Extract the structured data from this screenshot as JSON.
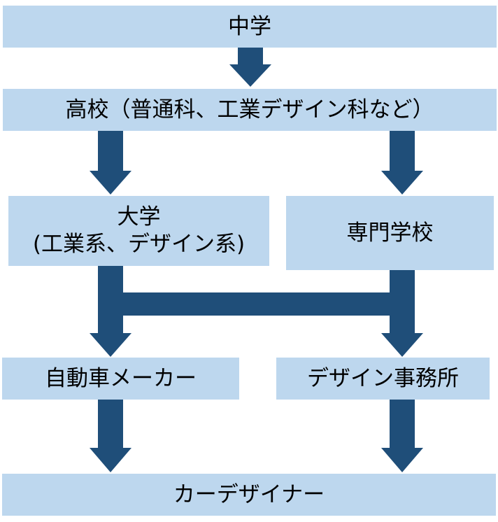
{
  "diagram": {
    "nodes": {
      "middle_school": "中学",
      "high_school": "高校（普通科、工業デザイン科など）",
      "university_line1": "大学",
      "university_line2": "(工業系、デザイン系)",
      "vocational_school": "専門学校",
      "automaker": "自動車メーカー",
      "design_office": "デザイン事務所",
      "car_designer": "カーデザイナー"
    },
    "colors": {
      "box_fill": "#bdd7ee",
      "arrow": "#1f4e79"
    },
    "edges": [
      {
        "from": "middle_school",
        "to": "high_school"
      },
      {
        "from": "high_school",
        "to": "university"
      },
      {
        "from": "high_school",
        "to": "vocational_school"
      },
      {
        "from": "university",
        "to": "automaker"
      },
      {
        "from": "university",
        "to": "design_office"
      },
      {
        "from": "vocational_school",
        "to": "automaker"
      },
      {
        "from": "vocational_school",
        "to": "design_office"
      },
      {
        "from": "automaker",
        "to": "car_designer"
      },
      {
        "from": "design_office",
        "to": "car_designer"
      }
    ]
  }
}
